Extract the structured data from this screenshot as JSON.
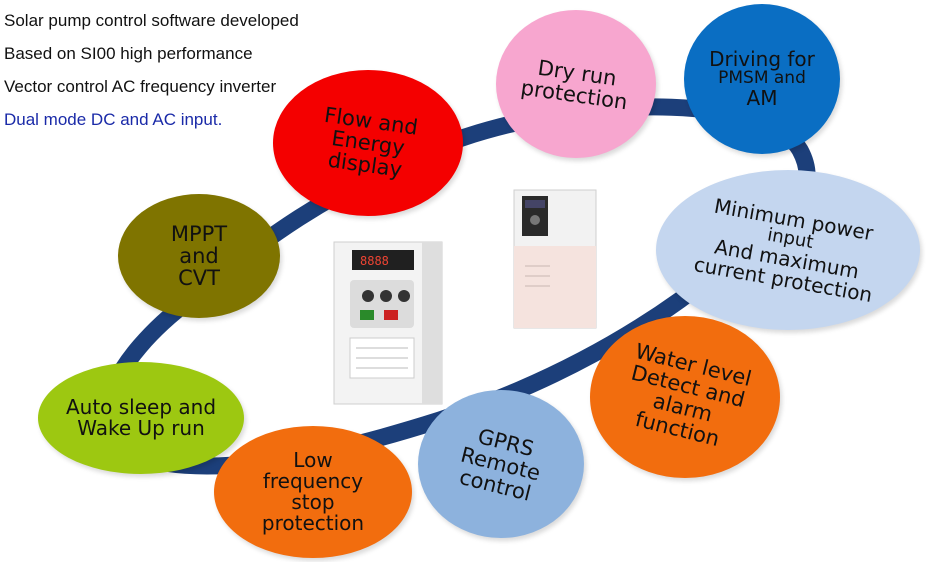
{
  "intro": {
    "line1": "Solar pump control software developed",
    "line2": "Based on SI00 high performance",
    "line3": "Vector control AC frequency inverter",
    "line4": "Dual mode DC and AC input."
  },
  "colors": {
    "ring": "#1c3f7a",
    "red": "#f40000",
    "pink": "#f7a6cf",
    "blue": "#0a6ec3",
    "light_blue": "#c4d6ef",
    "orange": "#f26d0e",
    "olive": "#7f7400",
    "lime": "#9dc811",
    "grey_blue": "#8db2dd"
  },
  "bubbles": {
    "flow": "Flow and\nEnergy\ndisplay",
    "dry": "Dry run\nprotection",
    "pmsm_line1": "Driving for",
    "pmsm_line2": "PMSM and",
    "pmsm_line3": "AM",
    "minpower_line1": "Minimum power",
    "minpower_line2": "input",
    "minpower_line3": "And maximum",
    "minpower_line4": "current protection",
    "water": "Water level\nDetect and\nalarm\nfunction",
    "gprs": "GPRS\nRemote\ncontrol",
    "lowfreq": "Low\nfrequency\nstop\nprotection",
    "autosleep": "Auto sleep and\nWake Up run",
    "mppt": "MPPT\nand\nCVT"
  }
}
